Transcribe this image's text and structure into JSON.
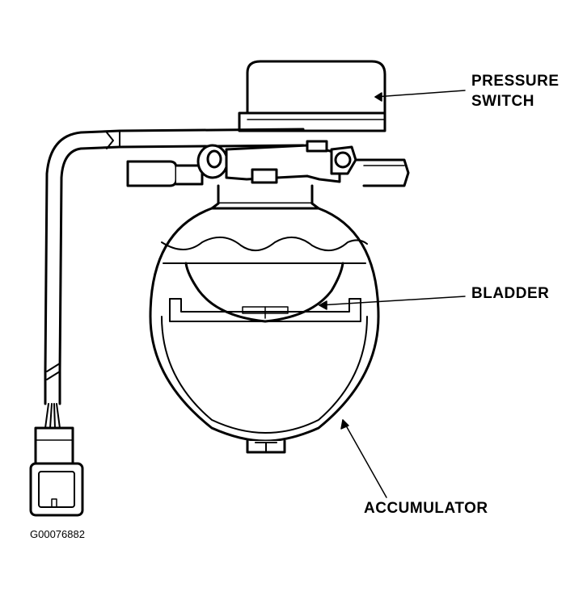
{
  "labels": {
    "pressure_switch_line1": "PRESSURE",
    "pressure_switch_line2": "SWITCH",
    "bladder": "BLADDER",
    "accumulator": "ACCUMULATOR"
  },
  "figure_code": "G00076882"
}
